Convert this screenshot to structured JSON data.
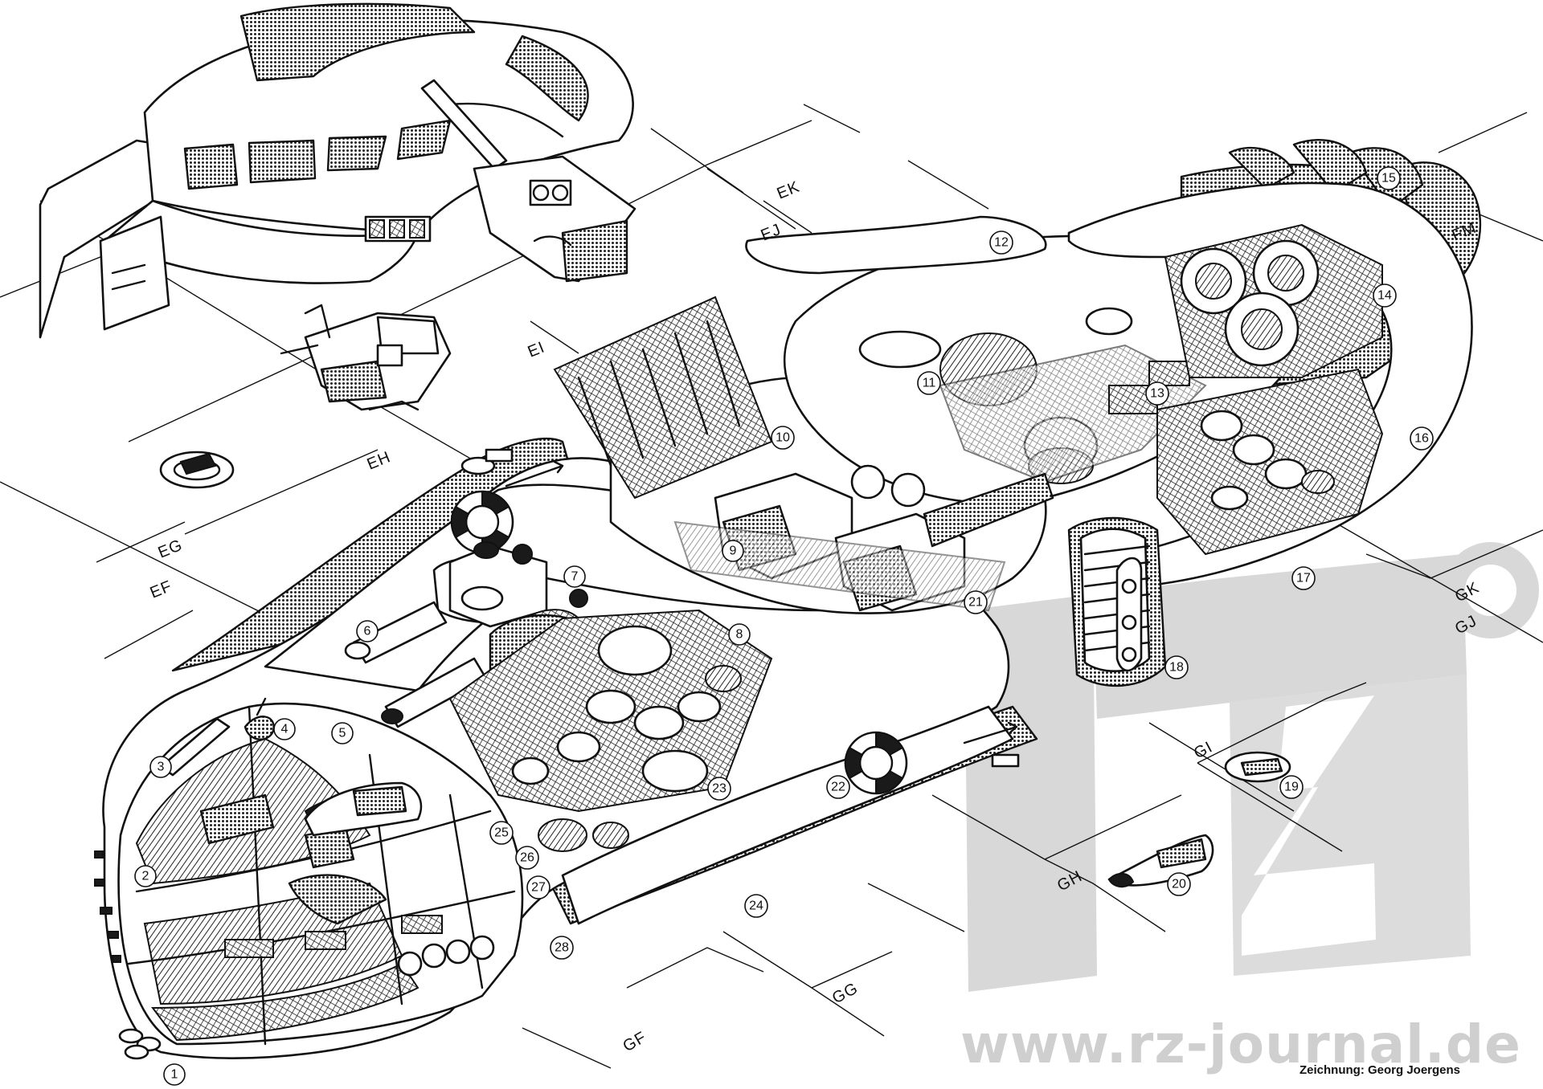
{
  "callouts": [
    "1",
    "2",
    "3",
    "4",
    "5",
    "6",
    "7",
    "8",
    "9",
    "10",
    "11",
    "12",
    "13",
    "14",
    "15",
    "16",
    "17",
    "18",
    "19",
    "20",
    "21",
    "22",
    "23",
    "24",
    "25",
    "26",
    "27",
    "28"
  ],
  "grid_labels": {
    "ek": "EK",
    "ej": "EJ",
    "ei": "EI",
    "eh": "EH",
    "eg": "EG",
    "ef": "EF",
    "fm": "FM",
    "gk": "GK",
    "gj": "GJ",
    "gi": "GI",
    "gh": "GH",
    "gg": "GG",
    "gf": "GF"
  },
  "watermark": "www.rz-journal.de",
  "credit": "Zeichnung: Georg Joergens"
}
